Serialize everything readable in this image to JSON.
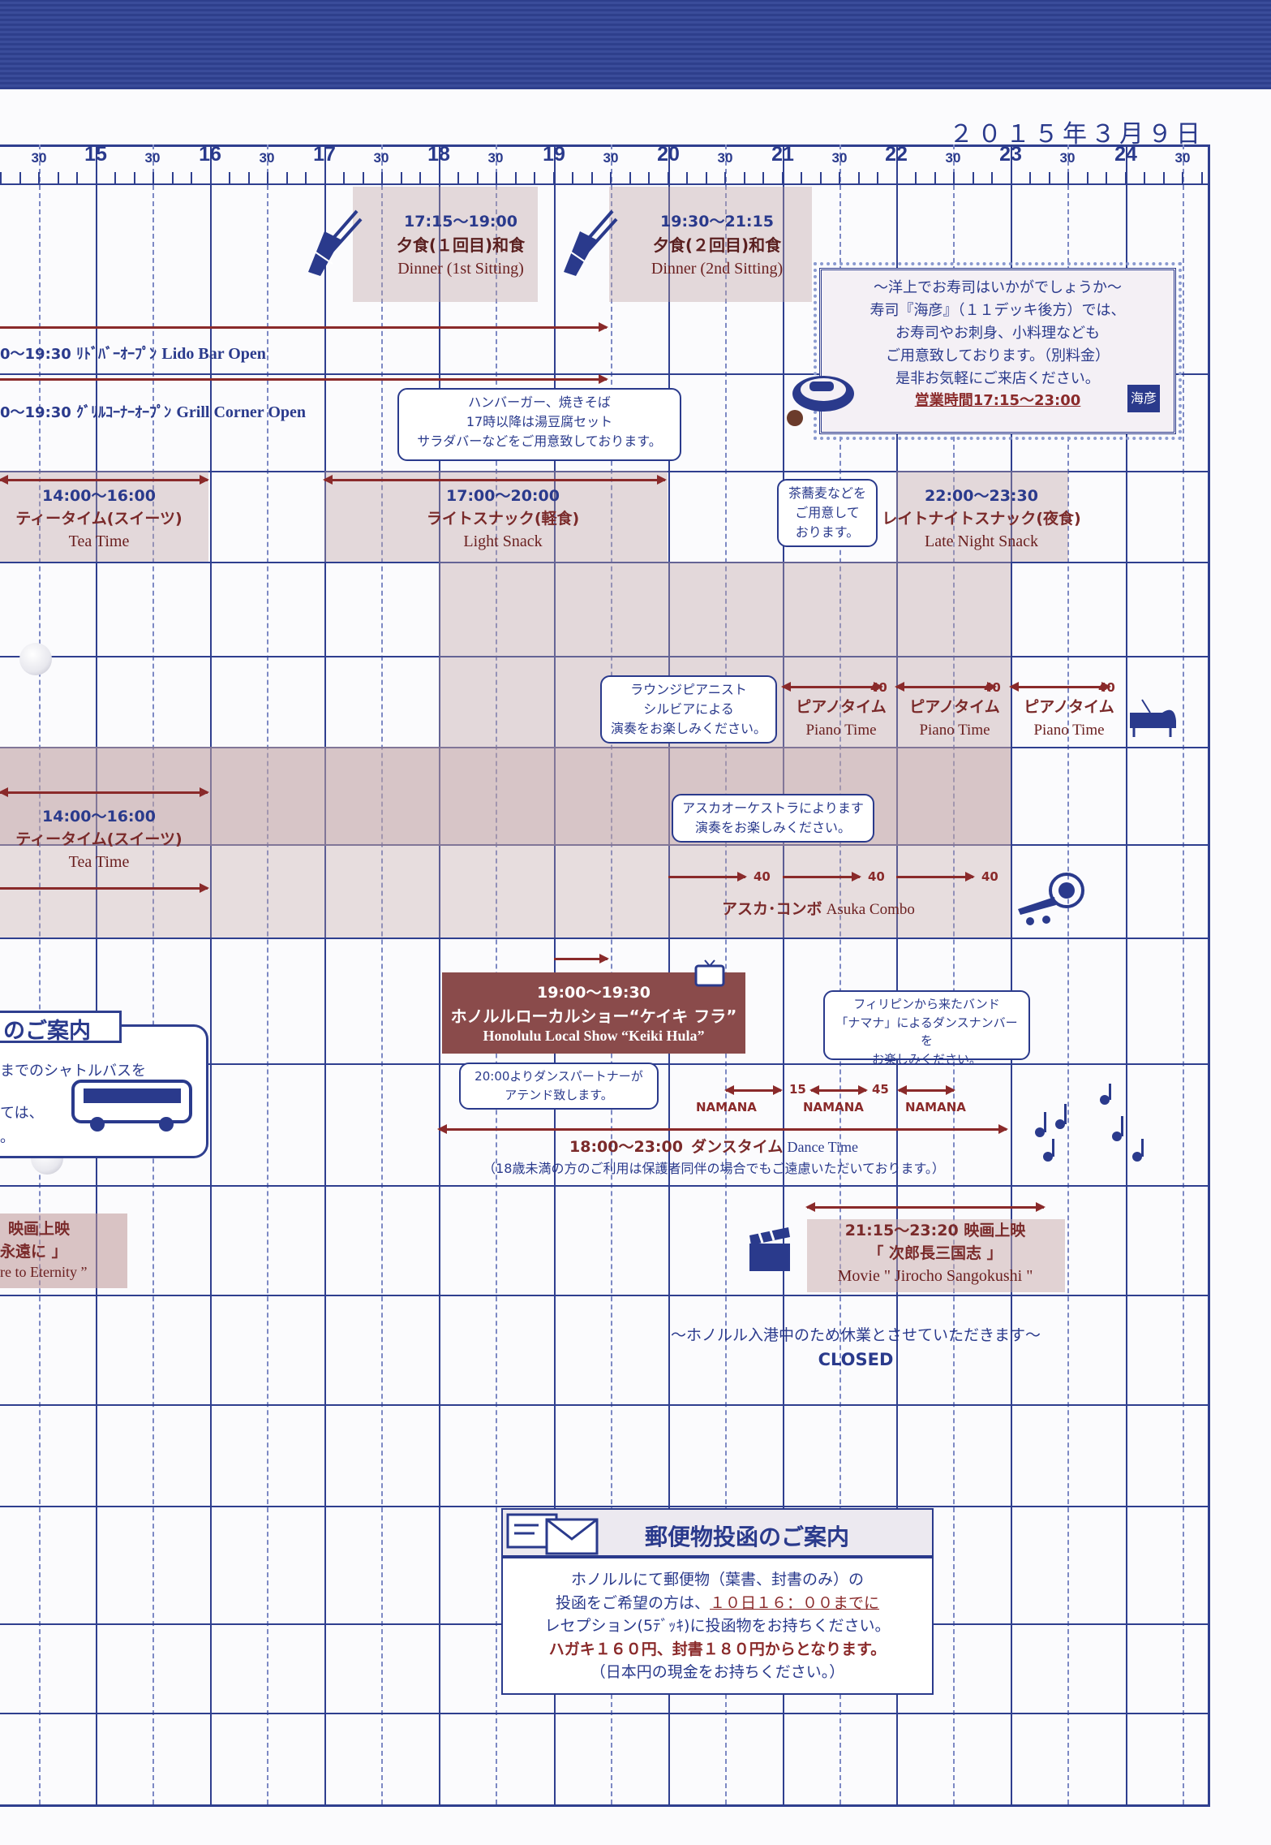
{
  "header": {
    "date": "２０１５年３月９日"
  },
  "timeline": {
    "hours": [
      "15",
      "16",
      "17",
      "18",
      "19",
      "20",
      "21",
      "22",
      "23",
      "24"
    ],
    "half_label": "30"
  },
  "dinner1": {
    "time": "17:15～19:00",
    "jp": "夕食(１回目)和食",
    "en": "Dinner (1st Sitting)"
  },
  "dinner2": {
    "time": "19:30～21:15",
    "jp": "夕食(２回目)和食",
    "en": "Dinner (2nd Sitting)"
  },
  "sushi": {
    "line1": "～洋上でお寿司はいかがでしょうか～",
    "line2": "寿司『海彦』（１１デッキ後方）では、",
    "line3": "お寿司やお刺身、小料理なども",
    "line4": "ご用意致しております。（別料金）",
    "line5": "是非お気軽にご来店ください。",
    "hours": "営業時間17:15～23:00",
    "logo": "海彦"
  },
  "lido": {
    "text": "0～19:30 ﾘﾄﾞﾊﾞｰｵｰﾌﾟﾝ",
    "en": "Lido Bar Open"
  },
  "grill": {
    "text": "0～19:30 ｸﾞﾘﾙｺｰﾅｰｵｰﾌﾟﾝ",
    "en": "Grill Corner Open"
  },
  "grill_bubble": {
    "line1": "ハンバーガー、焼きそば",
    "line2": "17時以降は湯豆腐セット",
    "line3": "サラダバーなどをご用意致しております。"
  },
  "tea1": {
    "time": "14:00～16:00",
    "jp": "ティータイム(スイーツ)",
    "en": "Tea Time"
  },
  "light_snack": {
    "time": "17:00～20:00",
    "jp": "ライトスナック(軽食)",
    "en": "Light Snack"
  },
  "soba_bubble": {
    "line1": "茶蕎麦などを",
    "line2": "ご用意して",
    "line3": "おります。"
  },
  "late_snack": {
    "time": "22:00～23:30",
    "jp": "レイトナイトスナック(夜食)",
    "en": "Late Night Snack"
  },
  "pianist_bubble": {
    "line1": "ラウンジピアニスト",
    "line2": "シルビアによる",
    "line3": "演奏をお楽しみください。"
  },
  "piano": {
    "jp": "ピアノタイム",
    "en": "Piano Time",
    "duration": "40"
  },
  "tea2": {
    "time": "14:00～16:00",
    "jp": "ティータイム(スイーツ)",
    "en": "Tea Time"
  },
  "orchestra_bubble": {
    "line1": "アスカオーケストラによります",
    "line2": "演奏をお楽しみください。"
  },
  "combo": {
    "jp": "アスカ･コンボ",
    "en": "Asuka Combo",
    "duration": "40"
  },
  "hula": {
    "time": "19:00～19:30",
    "jp": "ホノルルローカルショー“ケイキ フラ”",
    "en": "Honolulu Local Show “Keiki Hula”"
  },
  "band_bubble": {
    "line1": "フィリピンから来たバンド",
    "line2": "「ナマナ」によるダンスナンバーを",
    "line3": "お楽しみください。"
  },
  "partner_bubble": {
    "line1": "20:00よりダンスパートナーが",
    "line2": "アテンド致します。"
  },
  "namana": {
    "label": "NAMANA",
    "gap1": "15",
    "gap2": "45"
  },
  "dance": {
    "time": "18:00～23:00",
    "jp": "ダンスタイム",
    "en": "Dance Time",
    "note": "（18歳未満の方のご利用は保護者同伴の場合でもご遠慮いただいております。）"
  },
  "shuttle": {
    "title": "のご案内",
    "line1": "までのシャトルバスを",
    "line2": "ては、",
    "line3": "。"
  },
  "movie_left": {
    "line1": "映画上映",
    "line2": "永遠に 」",
    "line3": "re to Eternity ”"
  },
  "movie": {
    "time": "21:15～23:20 映画上映",
    "jp": "「 次郎長三国志 」",
    "en": "Movie \" Jirocho Sangokushi \""
  },
  "closed": {
    "jp": "～ホノルル入港中のため休業とさせていただきます～",
    "en": "CLOSED"
  },
  "postal": {
    "title": "郵便物投函のご案内",
    "line1": "ホノルルにて郵便物（葉書、封書のみ）の",
    "line2a": "投函をご希望の方は、",
    "line2b": "１０日１６：００までに",
    "line3": "レセプション(5ﾃﾞｯｷ)に投函物をお持ちください。",
    "line4": "ハガキ１６０円、封書１８０円からとなります。",
    "line5": "（日本円の現金をお持ちください。）"
  },
  "colors": {
    "navy": "#2f3f8f",
    "maroon": "#8a2a2a",
    "shade": "#d9c8c8"
  }
}
